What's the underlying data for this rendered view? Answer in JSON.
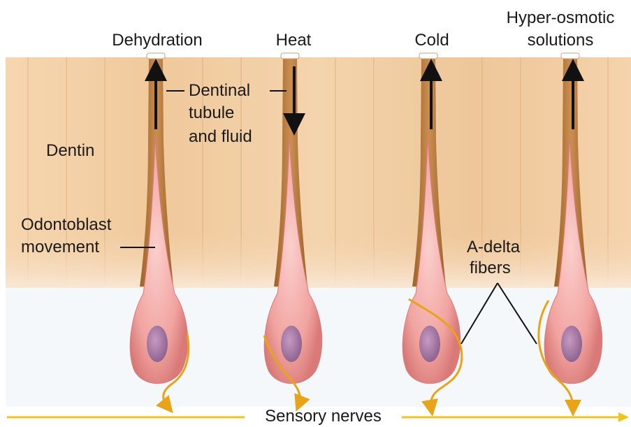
{
  "stimuli": {
    "dehydration": "Dehydration",
    "heat": "Heat",
    "cold": "Cold",
    "hyperosmotic_line1": "Hyper-osmotic",
    "hyperosmotic_line2": "solutions"
  },
  "labels": {
    "dentin": "Dentin",
    "tubule_line1": "Dentinal",
    "tubule_line2": "tubule",
    "tubule_line3": "and fluid",
    "odontoblast_line1": "Odontoblast",
    "odontoblast_line2": "movement",
    "adelta_line1": "A-delta",
    "adelta_line2": "fibers",
    "sensory": "Sensory nerves"
  },
  "fluid_flow": [
    {
      "stimulus": "Dehydration",
      "direction": "outward"
    },
    {
      "stimulus": "Heat",
      "direction": "inward"
    },
    {
      "stimulus": "Cold",
      "direction": "outward"
    },
    {
      "stimulus": "Hyper-osmotic solutions",
      "direction": "outward"
    }
  ],
  "colors": {
    "dentin": "#f2cfa6",
    "tubule": "#b5783a",
    "odontoblast": "#f2a3a3",
    "nucleus": "#a77aa6",
    "nerve": "#e8a317",
    "sensory_line": "#f0c419"
  }
}
